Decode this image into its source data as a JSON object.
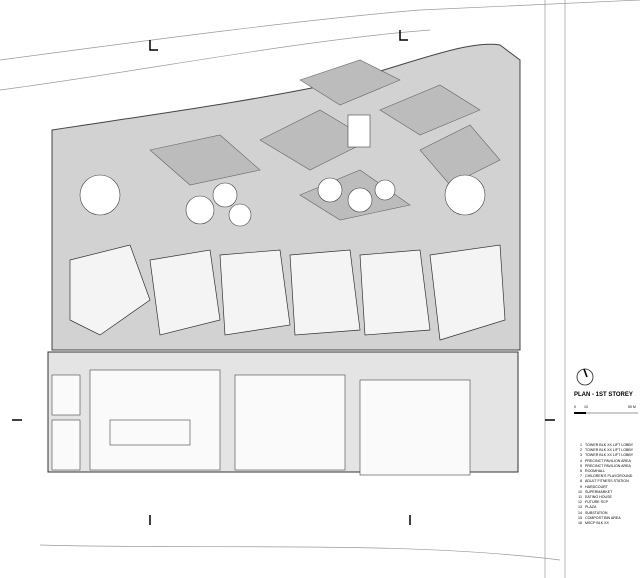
{
  "title": "PLAN - 1ST STOREY",
  "scale": {
    "start": "0",
    "mid": "10",
    "end": "50 M"
  },
  "north_arrow": "north-arrow-icon",
  "legend": [
    {
      "n": "1",
      "label": "TOWER BLK XX LIFT LOBBY"
    },
    {
      "n": "2",
      "label": "TOWER BLK XX LIFT LOBBY"
    },
    {
      "n": "3",
      "label": "TOWER BLK XX LIFT LOBBY"
    },
    {
      "n": "4",
      "label": "PRECINCT PAVILION AREA"
    },
    {
      "n": "5",
      "label": "PRECINCT PAVILION AREA"
    },
    {
      "n": "6",
      "label": "ROOMHALL"
    },
    {
      "n": "7",
      "label": "CHILDREN'S PLAYGROUND"
    },
    {
      "n": "8",
      "label": "ADULT FITNESS STATION"
    },
    {
      "n": "9",
      "label": "HARDCOURT"
    },
    {
      "n": "10",
      "label": "SUPERMARKET"
    },
    {
      "n": "11",
      "label": "EATING HOUSE"
    },
    {
      "n": "12",
      "label": "FUTURE SCP"
    },
    {
      "n": "13",
      "label": "PLAZA"
    },
    {
      "n": "14",
      "label": "SUBSTATION"
    },
    {
      "n": "15",
      "label": "COMPOST BIN AREA"
    },
    {
      "n": "16",
      "label": "MSCP BLK XX"
    }
  ],
  "colors": {
    "landscape": "#c9c9c9",
    "lines": "#555555",
    "paper": "#ffffff"
  }
}
